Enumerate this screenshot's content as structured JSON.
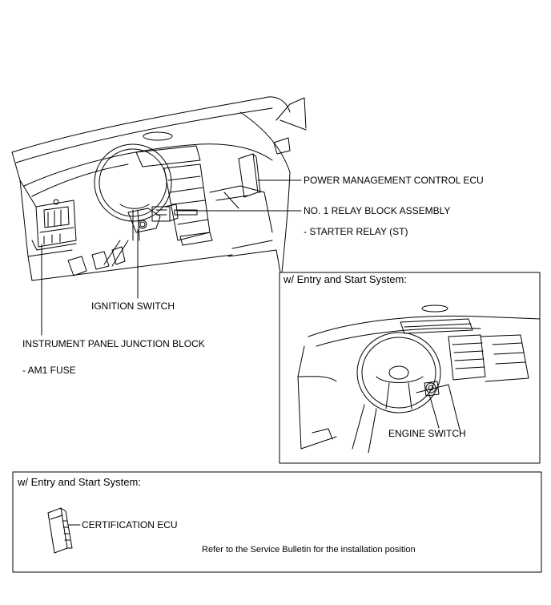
{
  "labels": {
    "power_ecu": "POWER MANAGEMENT CONTROL ECU",
    "relay_block": "NO. 1 RELAY BLOCK ASSEMBLY",
    "starter_relay": "- STARTER RELAY (ST)",
    "ignition_switch": "IGNITION SWITCH",
    "junction_block": "INSTRUMENT PANEL JUNCTION BLOCK",
    "am1_fuse": "- AM1 FUSE",
    "engine_switch": "ENGINE SWITCH",
    "certification_ecu": "CERTIFICATION ECU"
  },
  "inset_engine": {
    "title": "w/ Entry and Start System:"
  },
  "inset_cert": {
    "title": "w/ Entry and Start System:",
    "note": "Refer to the Service Bulletin for the installation position"
  }
}
